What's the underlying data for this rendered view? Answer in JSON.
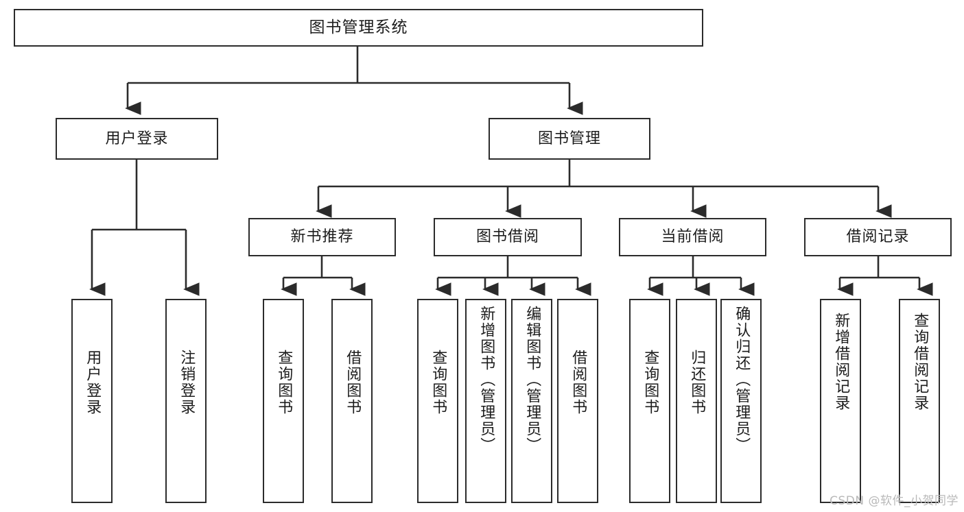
{
  "diagram": {
    "title": "图书管理系统",
    "type": "tree",
    "watermark": "CSDN @软件_小贺同学",
    "colors": {
      "box_border": "#2b2b2b",
      "box_fill": "#ffffff",
      "connector": "#2b2b2b",
      "text": "#1c1c1c",
      "watermark": "#b9b9b9"
    },
    "nodes": {
      "root": {
        "label": "图书管理系统"
      },
      "level2": [
        {
          "label": "用户登录"
        },
        {
          "label": "图书管理"
        }
      ],
      "level3": [
        {
          "label": "新书推荐"
        },
        {
          "label": "图书借阅"
        },
        {
          "label": "当前借阅"
        },
        {
          "label": "借阅记录"
        }
      ],
      "leaves": {
        "user_login": [
          {
            "label": "用户登录"
          },
          {
            "label": "注销登录"
          }
        ],
        "new_book": [
          {
            "label": "查询图书"
          },
          {
            "label": "借阅图书"
          }
        ],
        "borrow": [
          {
            "label": "查询图书"
          },
          {
            "label": "新增图书（管理员）"
          },
          {
            "label": "编辑图书（管理员）"
          },
          {
            "label": "借阅图书"
          }
        ],
        "current": [
          {
            "label": "查询图书"
          },
          {
            "label": "归还图书"
          },
          {
            "label": "确认归还（管理员）"
          }
        ],
        "records": [
          {
            "label": "新增借阅记录"
          },
          {
            "label": "查询借阅记录"
          }
        ]
      }
    }
  }
}
